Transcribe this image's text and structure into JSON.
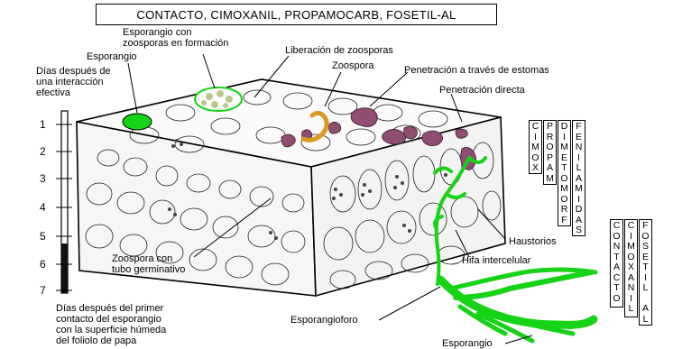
{
  "title": "CONTACTO, CIMOXANIL, PROPAMOCARB, FOSETIL-AL",
  "labels": {
    "esporangio_formacion": [
      "Esporangio con",
      "zoosporas en formación"
    ],
    "esporangio_top": "Esporangio",
    "dias_interaccion": [
      "Días después de",
      "una interacción",
      "efectiva"
    ],
    "liberacion": "Liberación de zoosporas",
    "zoospora": "Zoospora",
    "penetracion_estomas": "Penetración a través de  estomas",
    "penetracion_directa": "Penetración directa",
    "zoospora_tubo": [
      "Zoospora con",
      "tubo germinativo"
    ],
    "haustorios": "Haustorios",
    "hifa": "Hifa intercelular",
    "esporangioforo": "Esporangioforo",
    "esporangio_bottom": "Esporangio",
    "dias_primer": [
      "Días después del primer",
      "contacto del esporangio",
      "con la superficie húmeda",
      "del foliolo de papa"
    ]
  },
  "day_numbers": [
    "1",
    "2",
    "3",
    "4",
    "5",
    "6",
    "7"
  ],
  "fungicide_columns_top": [
    [
      "C",
      "I",
      "M",
      "O",
      "X"
    ],
    [
      "P",
      "R",
      "O",
      "P",
      "A",
      "M"
    ],
    [
      "D",
      "I",
      "M",
      "E",
      "T",
      "O",
      "M",
      "O",
      "R",
      "F"
    ],
    [
      "F",
      "E",
      "N",
      "I",
      "L",
      "A",
      "M",
      "I",
      "D",
      "A",
      "S"
    ]
  ],
  "fungicide_columns_bottom": [
    [
      "C",
      "O",
      "N",
      "T",
      "A",
      "C",
      "T",
      "O"
    ],
    [
      "C",
      "I",
      "M",
      "O",
      "X",
      "A",
      "N",
      "I",
      "L"
    ],
    [
      "F",
      "O",
      "S",
      "E",
      "T",
      "I",
      "L",
      "",
      "A",
      "L"
    ]
  ],
  "colors": {
    "green": "#17d317",
    "purple": "#8f4e72",
    "orange": "#d89a22",
    "outline": "#000000"
  }
}
